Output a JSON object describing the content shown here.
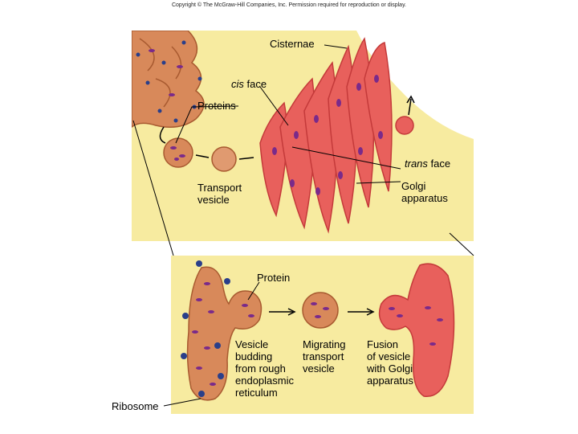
{
  "copyright": "Copyright © The McGraw-Hill Companies, Inc. Permission required for reproduction or display.",
  "labels": {
    "cisternae": "Cisternae",
    "cis_italic": "cis",
    "cis_rest": " face",
    "proteins": "Proteins",
    "trans_italic": "trans",
    "trans_rest": " face",
    "transport_vesicle": "Transport\nvesicle",
    "golgi_apparatus": "Golgi\napparatus",
    "protein": "Protein",
    "vesicle_budding": "Vesicle\nbudding\nfrom rough\nendoplasmic\nreticulum",
    "migrating": "Migrating\ntransport\nvesicle",
    "fusion": "Fusion\nof vesicle\nwith Golgi\napparatus",
    "ribosome": "Ribosome"
  },
  "colors": {
    "panel_bg": "#f7eba0",
    "golgi_fill": "#e8605c",
    "golgi_dark": "#c43a3a",
    "er_fill": "#d8895a",
    "protein": "#7a2a8a",
    "ribosome": "#2a3f8a"
  }
}
